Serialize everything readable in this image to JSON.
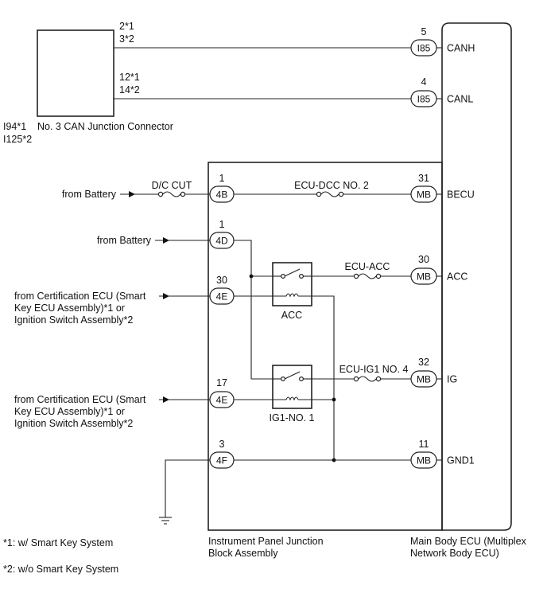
{
  "connector": {
    "label": "No. 3 CAN Junction Connector",
    "codes": [
      "I94*1",
      "I125*2"
    ],
    "pins_canh": [
      "2*1",
      "3*2"
    ],
    "pins_canl": [
      "12*1",
      "14*2"
    ]
  },
  "can_lines": [
    {
      "pin": "5",
      "conn": "I85",
      "name": "CANH"
    },
    {
      "pin": "4",
      "conn": "I85",
      "name": "CANL"
    }
  ],
  "circuits": {
    "becu": {
      "source": "from Battery",
      "fuse_ext": "D/C CUT",
      "pin_in": "1",
      "conn_in": "4B",
      "fuse_int": "ECU-DCC NO. 2",
      "pin_out": "31",
      "conn_out": "MB",
      "name": "BECU"
    },
    "acc": {
      "source": "from Battery",
      "pin_in": "1",
      "conn_in": "4D",
      "fuse": "ECU-ACC",
      "pin_out": "30",
      "conn_out": "MB",
      "name": "ACC",
      "relay": "ACC"
    },
    "acc_coil": {
      "source": [
        "from Certification ECU (Smart",
        "Key ECU Assembly)*1 or",
        "Ignition Switch Assembly*2"
      ],
      "pin_in": "30",
      "conn_in": "4E"
    },
    "ig": {
      "fuse": "ECU-IG1 NO. 4",
      "pin_out": "32",
      "conn_out": "MB",
      "name": "IG",
      "relay": "IG1-NO. 1"
    },
    "ig_coil": {
      "source": [
        "from Certification ECU (Smart",
        "Key ECU Assembly)*1 or",
        "Ignition Switch Assembly*2"
      ],
      "pin_in": "17",
      "conn_in": "4E"
    },
    "gnd": {
      "pin_in": "3",
      "conn_in": "4F",
      "pin_out": "11",
      "conn_out": "MB",
      "name": "GND1"
    }
  },
  "blocks": {
    "junction": [
      "Instrument Panel Junction",
      "Block Assembly"
    ],
    "ecu": [
      "Main Body ECU (Multiplex",
      "Network Body ECU)"
    ]
  },
  "notes": [
    "*1: w/ Smart Key System",
    "*2: w/o Smart Key System"
  ]
}
